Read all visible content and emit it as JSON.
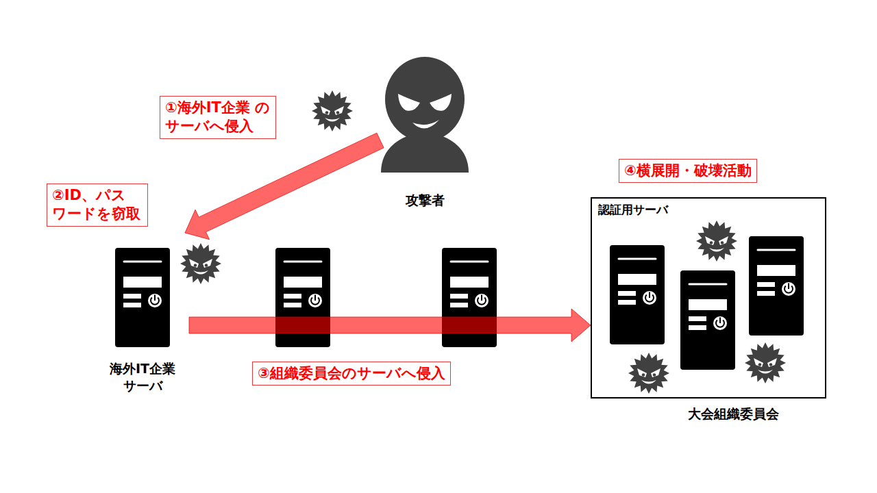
{
  "diagram": {
    "nodes": [
      {
        "text": [
          "①海外IT企業 のサーバへ侵入"
        ]
      },
      {
        "text": [
          "攻撃者"
        ]
      },
      {
        "text": [
          "④横展開・破壊活動"
        ]
      },
      {
        "text": [
          "②ID、パス ワードを窃取"
        ]
      },
      {
        "text": [
          "認証用サーバ",
          "大会組織委員会"
        ]
      },
      {
        "text": [
          "海外IT企業 サーバ"
        ]
      },
      {
        "text": [
          "③組織委員会のサーバへ侵入"
        ]
      }
    ],
    "edges": [
      {
        "from": 1,
        "to": 5,
        "arrow": "to"
      },
      {
        "from": 5,
        "to": 4,
        "arrow": "to"
      }
    ]
  }
}
